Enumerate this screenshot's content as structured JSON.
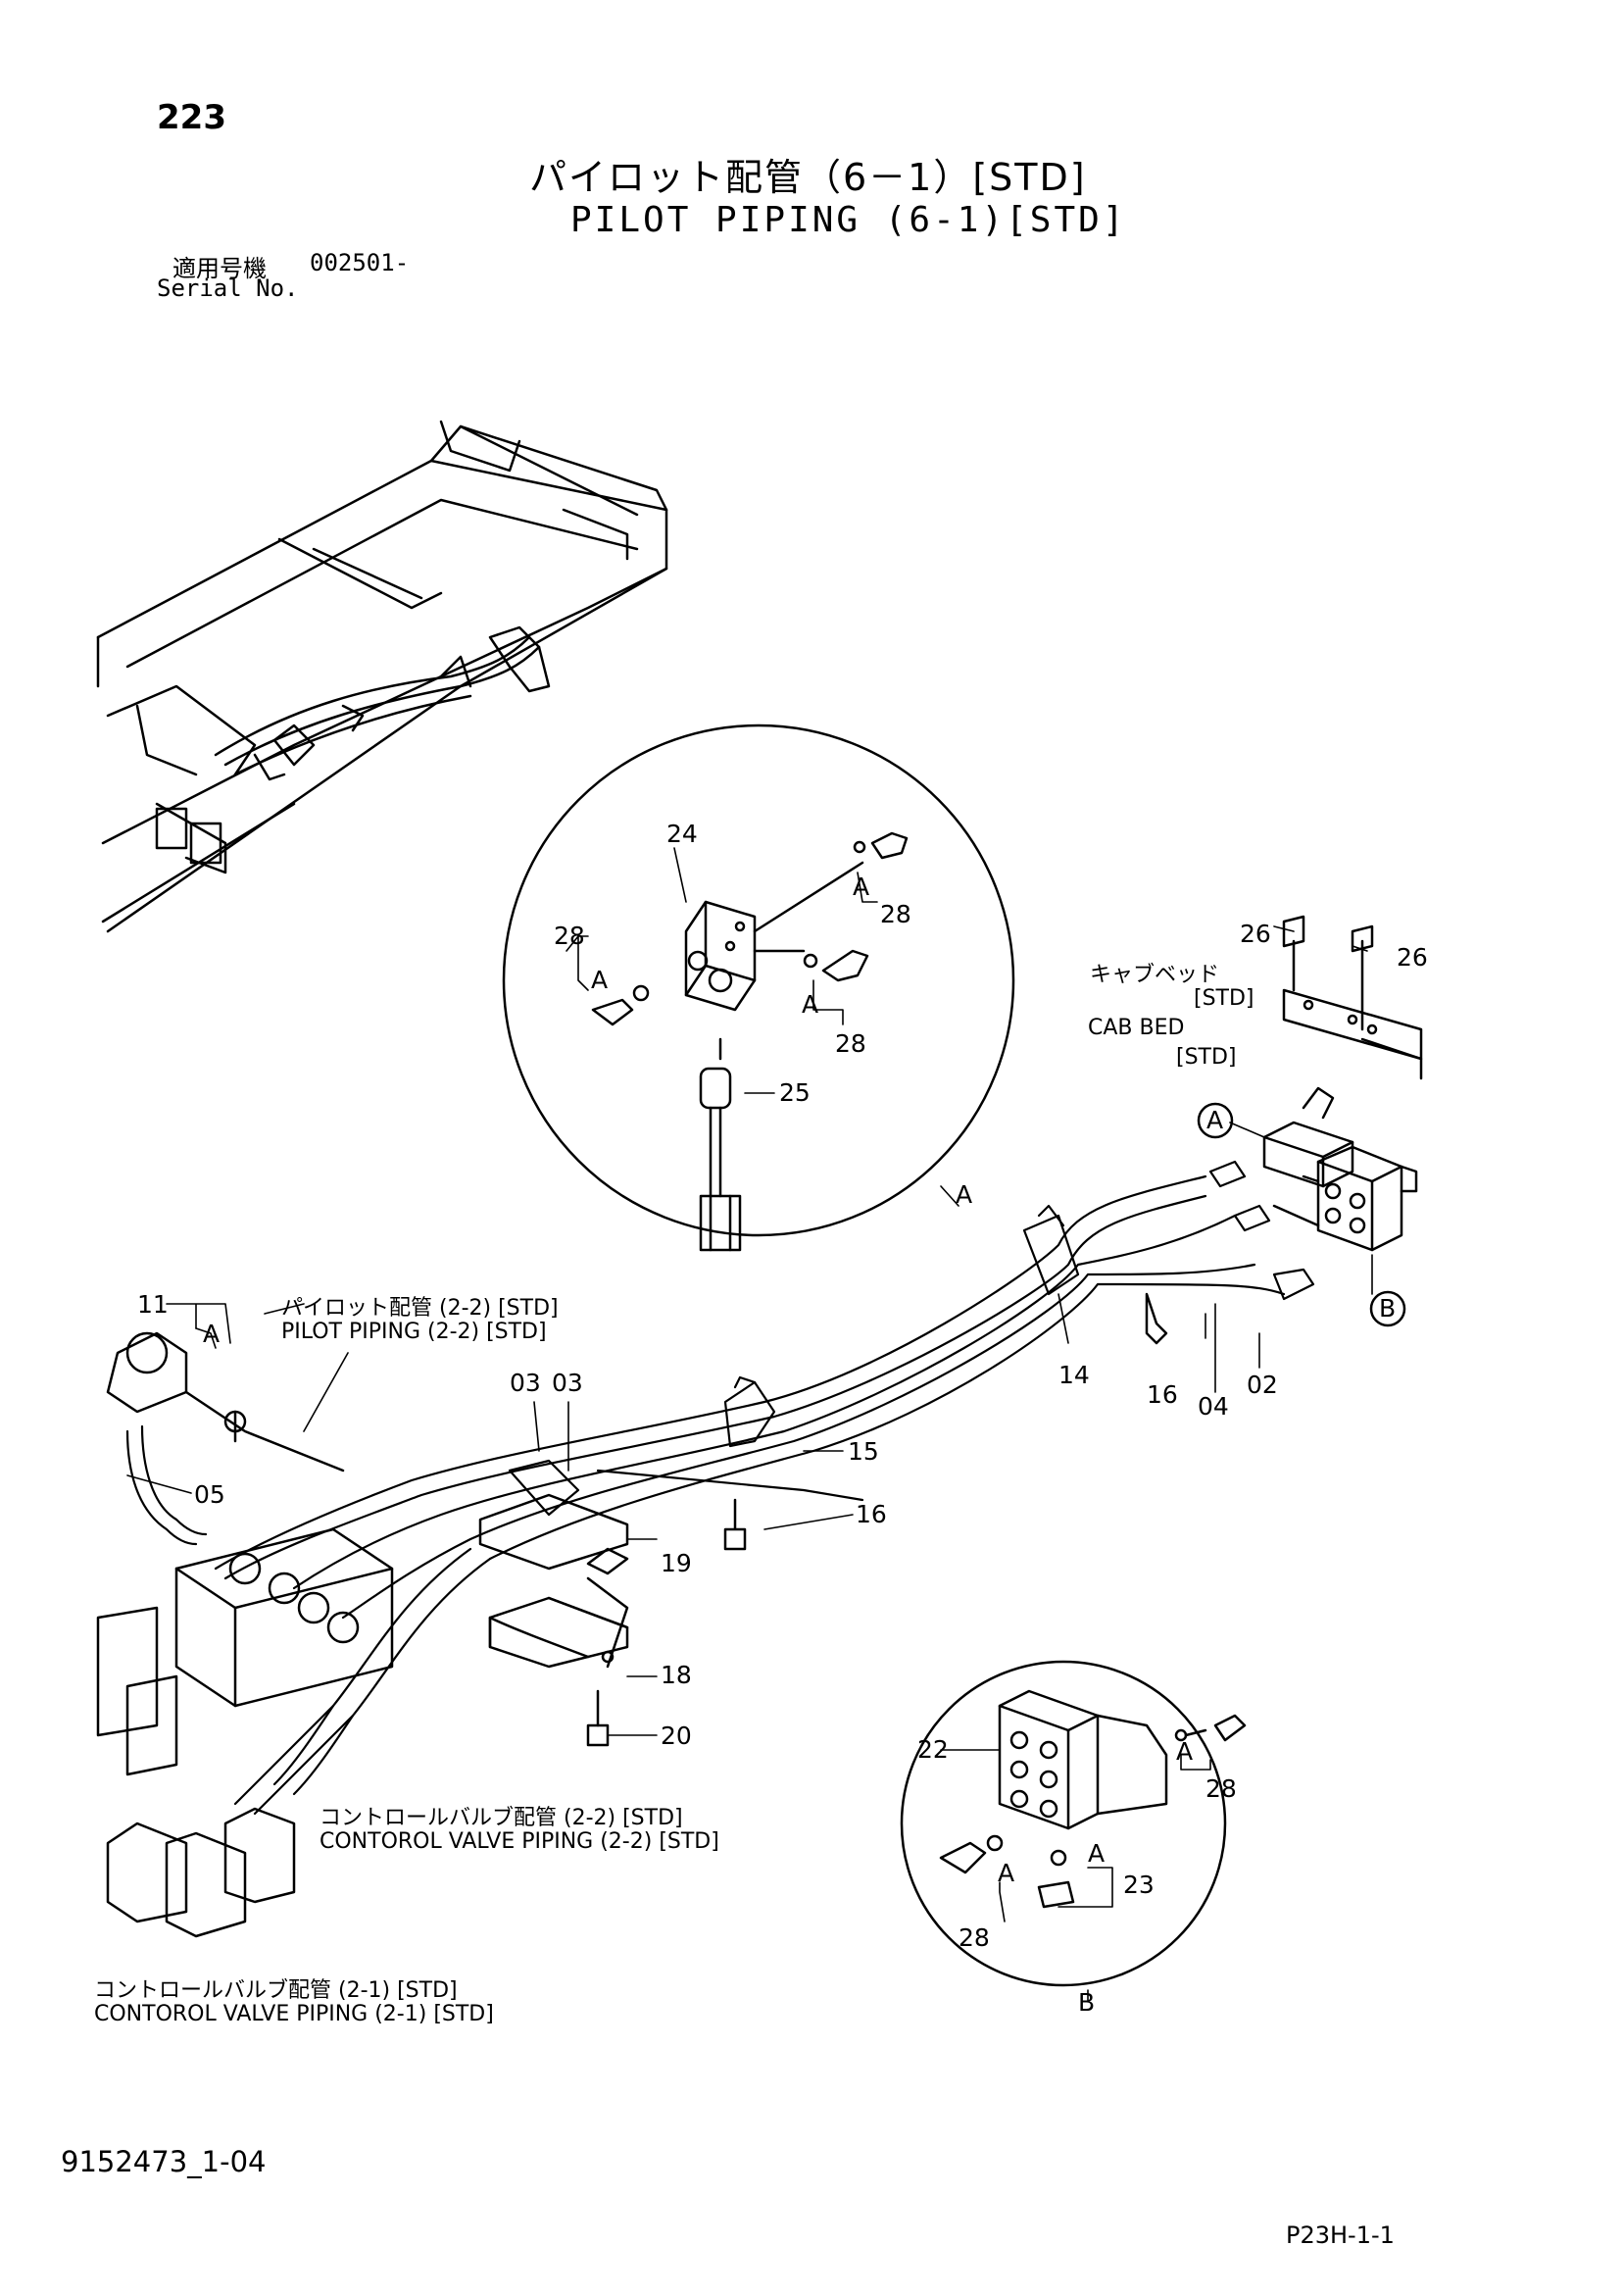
{
  "page_number": "223",
  "title_jp": "パイロット配管（6－1）[STD]",
  "title_en": "PILOT PIPING (6-1)[STD]",
  "serial": {
    "label_jp": "適用号機",
    "label_en": "Serial No.",
    "value": "002501-"
  },
  "references": {
    "pilot_jp": "パイロット配管 (2-2) [STD]",
    "pilot_en": "PILOT PIPING (2-2) [STD]",
    "cv22_jp": "コントロールバルブ配管 (2-2) [STD]",
    "cv22_en": "CONTOROL VALVE PIPING (2-2) [STD]",
    "cv21_jp": "コントロールバルブ配管 (2-1) [STD]",
    "cv21_en": "CONTOROL VALVE PIPING (2-1) [STD]",
    "cab_jp": "キャブベッド",
    "cab_std1": "[STD]",
    "cab_en": "CAB BED",
    "cab_std2": "[STD]"
  },
  "callouts": {
    "p24": "24",
    "p28a": "28",
    "p28b": "28",
    "p28c": "28",
    "p25": "25",
    "a1": "A",
    "a2": "A",
    "a3": "A",
    "a_detail": "A",
    "p26a": "26",
    "p26b": "26",
    "circle_a": "A",
    "circle_b": "B",
    "p11": "11",
    "a11": "A",
    "p03a": "03",
    "p03b": "03",
    "p05": "05",
    "p14": "14",
    "p16a": "16",
    "p04": "04",
    "p02": "02",
    "p15": "15",
    "p16b": "16",
    "p19": "19",
    "p18": "18",
    "p20": "20",
    "p22": "22",
    "b_a1": "A",
    "b_a2": "A",
    "b_a3": "A",
    "p28d": "28",
    "p28e": "28",
    "p23": "23",
    "b_detail": "B"
  },
  "doc_number": "9152473_1-04",
  "page_ref": "P23H-1-1"
}
